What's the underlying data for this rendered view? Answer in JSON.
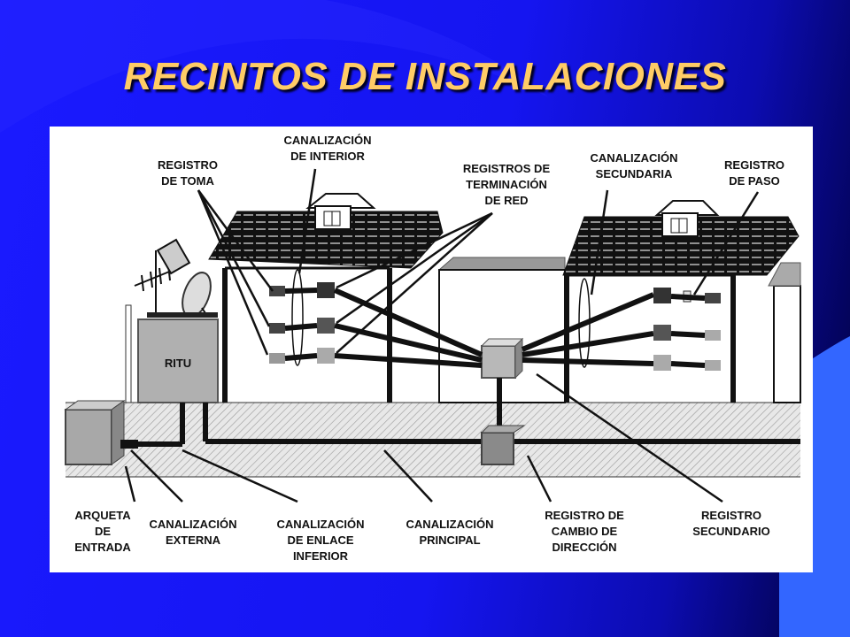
{
  "slide": {
    "title": "RECINTOS DE INSTALACIONES"
  },
  "colors": {
    "background": "#1a1aff",
    "title": "#ffcc66",
    "accent_band": "#3366ff"
  },
  "diagram": {
    "box_label": "RITU",
    "labels": {
      "registro_toma": [
        "REGISTRO",
        "DE TOMA"
      ],
      "canalizacion_interior": [
        "CANALIZACIÓN",
        "DE INTERIOR"
      ],
      "registros_terminacion": [
        "REGISTROS DE",
        "TERMINACIÓN",
        "DE RED"
      ],
      "canalizacion_secundaria": [
        "CANALIZACIÓN",
        "SECUNDARIA"
      ],
      "registro_paso": [
        "REGISTRO",
        "DE PASO"
      ],
      "arqueta_entrada": [
        "ARQUETA",
        "DE",
        "ENTRADA"
      ],
      "canalizacion_externa": [
        "CANALIZACIÓN",
        "EXTERNA"
      ],
      "canalizacion_enlace": [
        "CANALIZACIÓN",
        "DE ENLACE",
        "INFERIOR"
      ],
      "canalizacion_principal": [
        "CANALIZACIÓN",
        "PRINCIPAL"
      ],
      "registro_cambio": [
        "REGISTRO DE",
        "CAMBIO DE",
        "DIRECCIÓN"
      ],
      "registro_secundario": [
        "REGISTRO",
        "SECUNDARIO"
      ]
    }
  }
}
